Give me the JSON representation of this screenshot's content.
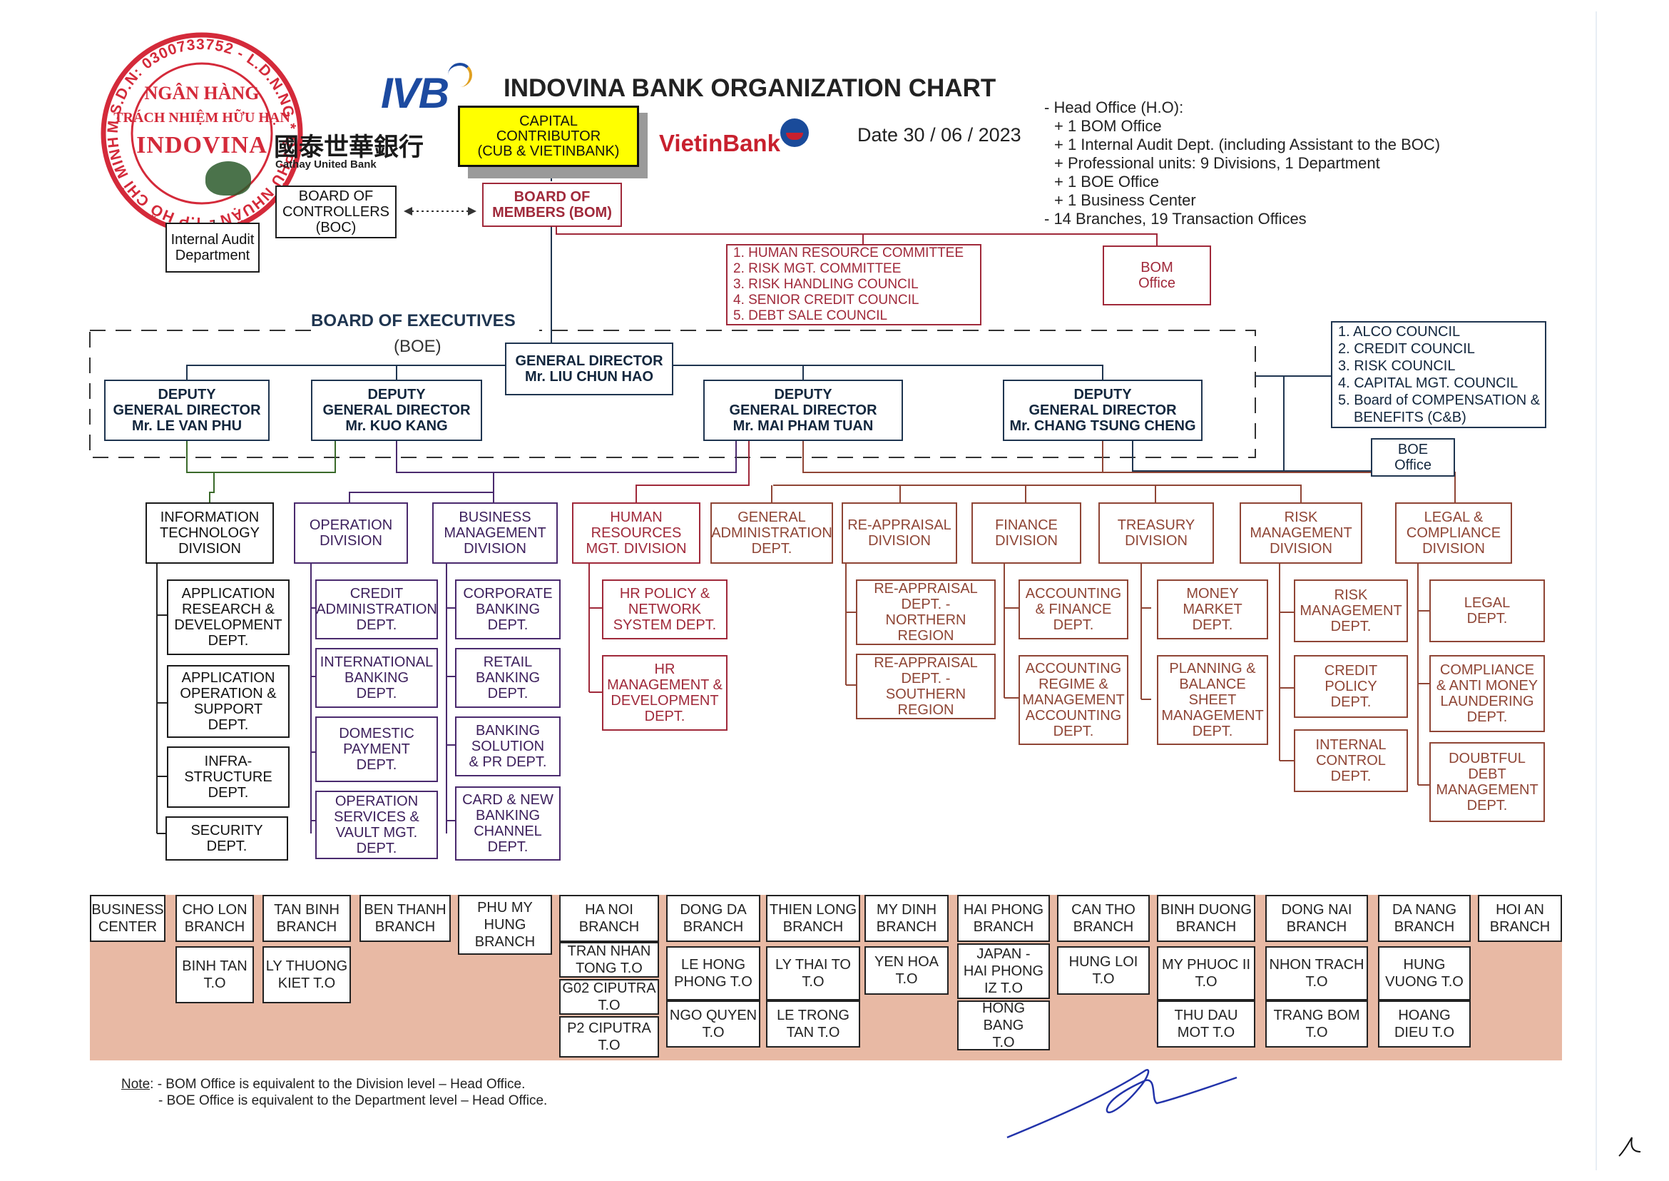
{
  "title": "INDOVINA BANK ORGANIZATION CHART",
  "date_text": "Date 30 / 06 / 2023",
  "logos": {
    "ivb": "IVB",
    "cathay_chinese": "國泰世華銀行",
    "cathay_english": "Cathay United Bank",
    "vietinbank": "VietinBank"
  },
  "stamp": {
    "outer_text": "M.S.D.N: 0300733752 - L.D.N.NG * Q.PHÚ NHUẬN - T.P HỒ CHÍ MINH",
    "line1": "NGÂN HÀNG",
    "line2": "TRÁCH NHIỆM HỮU HẠN",
    "line3": "INDOVINA"
  },
  "summary": [
    "- Head Office (H.O):",
    "+ 1 BOM Office",
    "+ 1 Internal Audit Dept. (including Assistant to the BOC)",
    "+ Professional units: 9 Divisions, 1 Department",
    "+ 1 BOE Office",
    "+ 1 Business Center",
    "- 14 Branches, 19 Transaction Offices"
  ],
  "top": {
    "capital": [
      "CAPITAL",
      "CONTRIBUTOR",
      "(CUB & VIETINBANK)"
    ],
    "bom": [
      "BOARD OF",
      "MEMBERS (BOM)"
    ],
    "boc": [
      "BOARD OF",
      "CONTROLLERS",
      "(BOC)"
    ],
    "audit": [
      "Internal Audit",
      "Department"
    ],
    "committees": [
      "1. HUMAN RESOURCE COMMITTEE",
      "2. RISK MGT. COMMITTEE",
      "3. RISK HANDLING COUNCIL",
      "4. SENIOR CREDIT COUNCIL",
      "5. DEBT SALE COUNCIL"
    ],
    "bom_office": [
      "BOM",
      "Office"
    ]
  },
  "boe": {
    "label": "BOARD OF EXECUTIVES",
    "sub": "(BOE)",
    "gd": [
      "GENERAL DIRECTOR",
      "Mr. LIU CHUN HAO"
    ],
    "deputies": [
      [
        "DEPUTY",
        "GENERAL DIRECTOR",
        "Mr. LE VAN PHU"
      ],
      [
        "DEPUTY",
        "GENERAL DIRECTOR",
        "Mr. KUO KANG"
      ],
      [
        "DEPUTY",
        "GENERAL DIRECTOR",
        "Mr. MAI PHAM TUAN"
      ],
      [
        "DEPUTY",
        "GENERAL DIRECTOR",
        "Mr. CHANG TSUNG CHENG"
      ]
    ],
    "councils": [
      "1. ALCO COUNCIL",
      "2. CREDIT COUNCIL",
      "3. RISK COUNCIL",
      "4. CAPITAL MGT. COUNCIL",
      "5. Board of COMPENSATION &",
      "    BENEFITS (C&B)"
    ],
    "boe_office": [
      "BOE",
      "Office"
    ]
  },
  "divisions": {
    "it": [
      "INFORMATION",
      "TECHNOLOGY",
      "DIVISION"
    ],
    "operation": [
      "OPERATION",
      "DIVISION"
    ],
    "business": [
      "BUSINESS",
      "MANAGEMENT",
      "DIVISION"
    ],
    "hr": [
      "HUMAN",
      "RESOURCES",
      "MGT. DIVISION"
    ],
    "ga": [
      "GENERAL",
      "ADMINISTRATION",
      "DEPT."
    ],
    "reappraisal": [
      "RE-APPRAISAL",
      "DIVISION"
    ],
    "finance": [
      "FINANCE",
      "DIVISION"
    ],
    "treasury": [
      "TREASURY",
      "DIVISION"
    ],
    "risk": [
      "RISK",
      "MANAGEMENT",
      "DIVISION"
    ],
    "legal": [
      "LEGAL &",
      "COMPLIANCE",
      "DIVISION"
    ]
  },
  "departments": {
    "it": [
      [
        "APPLICATION",
        "RESEARCH &",
        "DEVELOPMENT",
        "DEPT."
      ],
      [
        "APPLICATION",
        "OPERATION &",
        "SUPPORT",
        "DEPT."
      ],
      [
        "INFRA-",
        "STRUCTURE",
        "DEPT."
      ],
      [
        "SECURITY",
        "DEPT."
      ]
    ],
    "operation": [
      [
        "CREDIT",
        "ADMINISTRATION",
        "DEPT."
      ],
      [
        "INTERNATIONAL",
        "BANKING",
        "DEPT."
      ],
      [
        "DOMESTIC",
        "PAYMENT",
        "DEPT."
      ],
      [
        "OPERATION",
        "SERVICES &",
        "VAULT MGT.",
        "DEPT."
      ]
    ],
    "business": [
      [
        "CORPORATE",
        "BANKING",
        "DEPT."
      ],
      [
        "RETAIL",
        "BANKING",
        "DEPT."
      ],
      [
        "BANKING",
        "SOLUTION",
        "& PR DEPT."
      ],
      [
        "CARD & NEW",
        "BANKING",
        "CHANNEL",
        "DEPT."
      ]
    ],
    "hr": [
      [
        "HR POLICY &",
        "NETWORK",
        "SYSTEM DEPT."
      ],
      [
        "HR",
        "MANAGEMENT &",
        "DEVELOPMENT",
        "DEPT."
      ]
    ],
    "reappraisal": [
      [
        "RE-APPRAISAL",
        "DEPT. -",
        "NORTHERN",
        "REGION"
      ],
      [
        "RE-APPRAISAL",
        "DEPT. -",
        "SOUTHERN",
        "REGION"
      ]
    ],
    "finance": [
      [
        "ACCOUNTING",
        "& FINANCE",
        "DEPT."
      ],
      [
        "ACCOUNTING",
        "REGIME &",
        "MANAGEMENT",
        "ACCOUNTING",
        "DEPT."
      ]
    ],
    "treasury": [
      [
        "MONEY",
        "MARKET",
        "DEPT."
      ],
      [
        "PLANNING &",
        "BALANCE",
        "SHEET",
        "MANAGEMENT",
        "DEPT."
      ]
    ],
    "risk": [
      [
        "RISK",
        "MANAGEMENT",
        "DEPT."
      ],
      [
        "CREDIT",
        "POLICY",
        "DEPT."
      ],
      [
        "INTERNAL",
        "CONTROL",
        "DEPT."
      ]
    ],
    "legal": [
      [
        "LEGAL",
        "DEPT."
      ],
      [
        "COMPLIANCE",
        "& ANTI MONEY",
        "LAUNDERING",
        "DEPT."
      ],
      [
        "DOUBTFUL",
        "DEBT",
        "MANAGEMENT",
        "DEPT."
      ]
    ]
  },
  "branches": [
    {
      "name": [
        "BUSINESS",
        "CENTER"
      ],
      "tos": []
    },
    {
      "name": [
        "CHO LON",
        "BRANCH"
      ],
      "tos": [
        [
          "BINH TAN",
          "T.O"
        ]
      ]
    },
    {
      "name": [
        "TAN BINH",
        "BRANCH"
      ],
      "tos": [
        [
          "LY THUONG",
          "KIET T.O"
        ]
      ]
    },
    {
      "name": [
        "BEN THANH",
        "BRANCH"
      ],
      "tos": []
    },
    {
      "name": [
        "PHU MY",
        "HUNG",
        "BRANCH"
      ],
      "tos": []
    },
    {
      "name": [
        "HA NOI",
        "BRANCH"
      ],
      "tos": [
        [
          "TRAN NHAN",
          "TONG T.O"
        ],
        [
          "G02 CIPUTRA",
          "T.O"
        ],
        [
          "P2 CIPUTRA",
          "T.O"
        ]
      ]
    },
    {
      "name": [
        "DONG DA",
        "BRANCH"
      ],
      "tos": [
        [
          "LE HONG",
          "PHONG T.O"
        ],
        [
          "NGO QUYEN",
          "T.O"
        ]
      ]
    },
    {
      "name": [
        "THIEN LONG",
        "BRANCH"
      ],
      "tos": [
        [
          "LY THAI TO",
          "T.O"
        ],
        [
          "LE TRONG",
          "TAN T.O"
        ]
      ]
    },
    {
      "name": [
        "MY DINH",
        "BRANCH"
      ],
      "tos": [
        [
          "YEN HOA",
          "T.O"
        ]
      ]
    },
    {
      "name": [
        "HAI PHONG",
        "BRANCH"
      ],
      "tos": [
        [
          "JAPAN -",
          "HAI PHONG",
          "IZ T.O"
        ],
        [
          "HONG BANG",
          "T.O"
        ]
      ]
    },
    {
      "name": [
        "CAN THO",
        "BRANCH"
      ],
      "tos": [
        [
          "HUNG LOI",
          "T.O"
        ]
      ]
    },
    {
      "name": [
        "BINH DUONG",
        "BRANCH"
      ],
      "tos": [
        [
          "MY PHUOC II",
          "T.O"
        ],
        [
          "THU DAU",
          "MOT T.O"
        ]
      ]
    },
    {
      "name": [
        "DONG NAI",
        "BRANCH"
      ],
      "tos": [
        [
          "NHON TRACH",
          "T.O"
        ],
        [
          "TRANG BOM",
          "T.O"
        ]
      ]
    },
    {
      "name": [
        "DA NANG",
        "BRANCH"
      ],
      "tos": [
        [
          "HUNG",
          "VUONG T.O"
        ],
        [
          "HOANG",
          "DIEU T.O"
        ]
      ]
    },
    {
      "name": [
        "HOI AN",
        "BRANCH"
      ],
      "tos": []
    }
  ],
  "notes": {
    "label": "Note",
    "line1": ": - BOM Office is equivalent to the Division level – Head Office.",
    "line2": "- BOE Office is equivalent to the Department level – Head Office."
  },
  "colors": {
    "navy": "#1f3550",
    "purple": "#4a2a6e",
    "red": "#a0293a",
    "brown": "#8f4535",
    "green": "#3a6a2a",
    "capital_fill": "#ffff00",
    "branch_band": "#e8b9a4",
    "stamp_red": "#d42a3a",
    "signature_blue": "#2233aa"
  }
}
